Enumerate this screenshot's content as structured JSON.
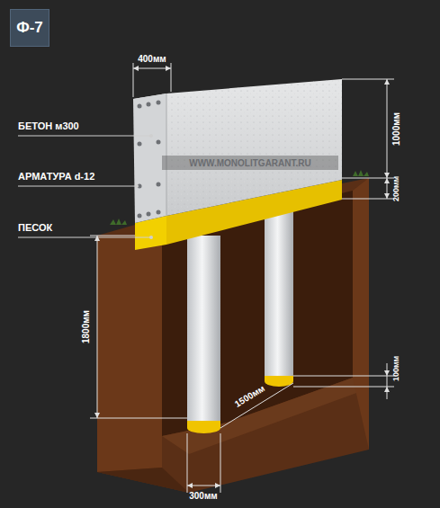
{
  "diagram": {
    "nodes": [
      {
        "text": [
          "Ф-7"
        ]
      }
    ],
    "labels": [
      "БЕТОН м300",
      "АРМАТУРА d-12",
      "ПЕСОК",
      "WWW.MONOLITGARANT.RU",
      "400мм",
      "1000мм",
      "200мм",
      "1800мм",
      "100мм",
      "1500мм",
      "300мм"
    ]
  }
}
